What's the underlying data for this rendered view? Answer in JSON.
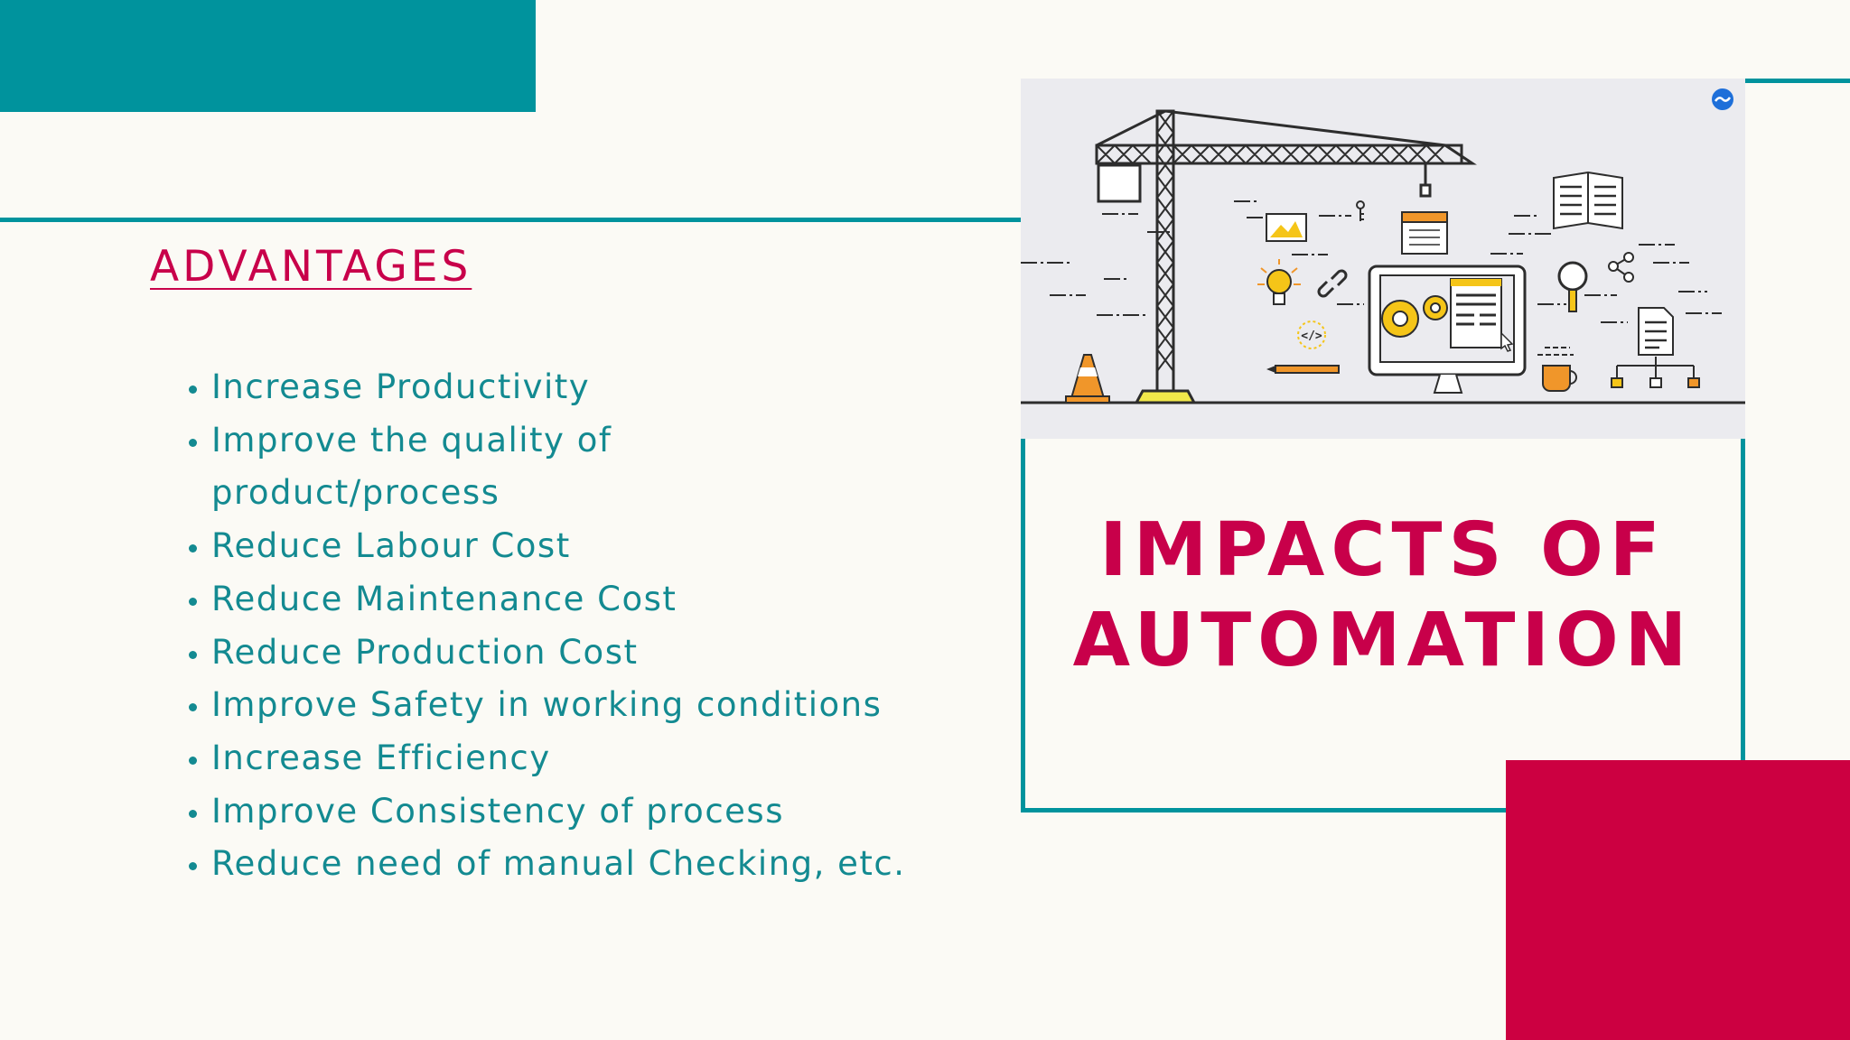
{
  "slide": {
    "heading": "ADVANTAGES",
    "advantages": [
      "Increase Productivity",
      "Improve the quality of product/process",
      "Reduce Labour Cost",
      "Reduce Maintenance Cost",
      "Reduce Production Cost",
      "Improve Safety in working conditions",
      "Increase Efficiency",
      "Improve Consistency of process",
      "Reduce need of manual Checking, etc."
    ],
    "title_line_1": "IMPACTS OF",
    "title_line_2": "AUTOMATION",
    "illustration": {
      "icon": "automation-crane-illustration",
      "code_tag": "</>"
    }
  },
  "colors": {
    "teal": "#00939d",
    "crimson": "#cc0041",
    "background": "#fbfaf5",
    "text_teal": "#138a91",
    "accent_yellow": "#f5c518",
    "accent_orange": "#f0962a"
  }
}
